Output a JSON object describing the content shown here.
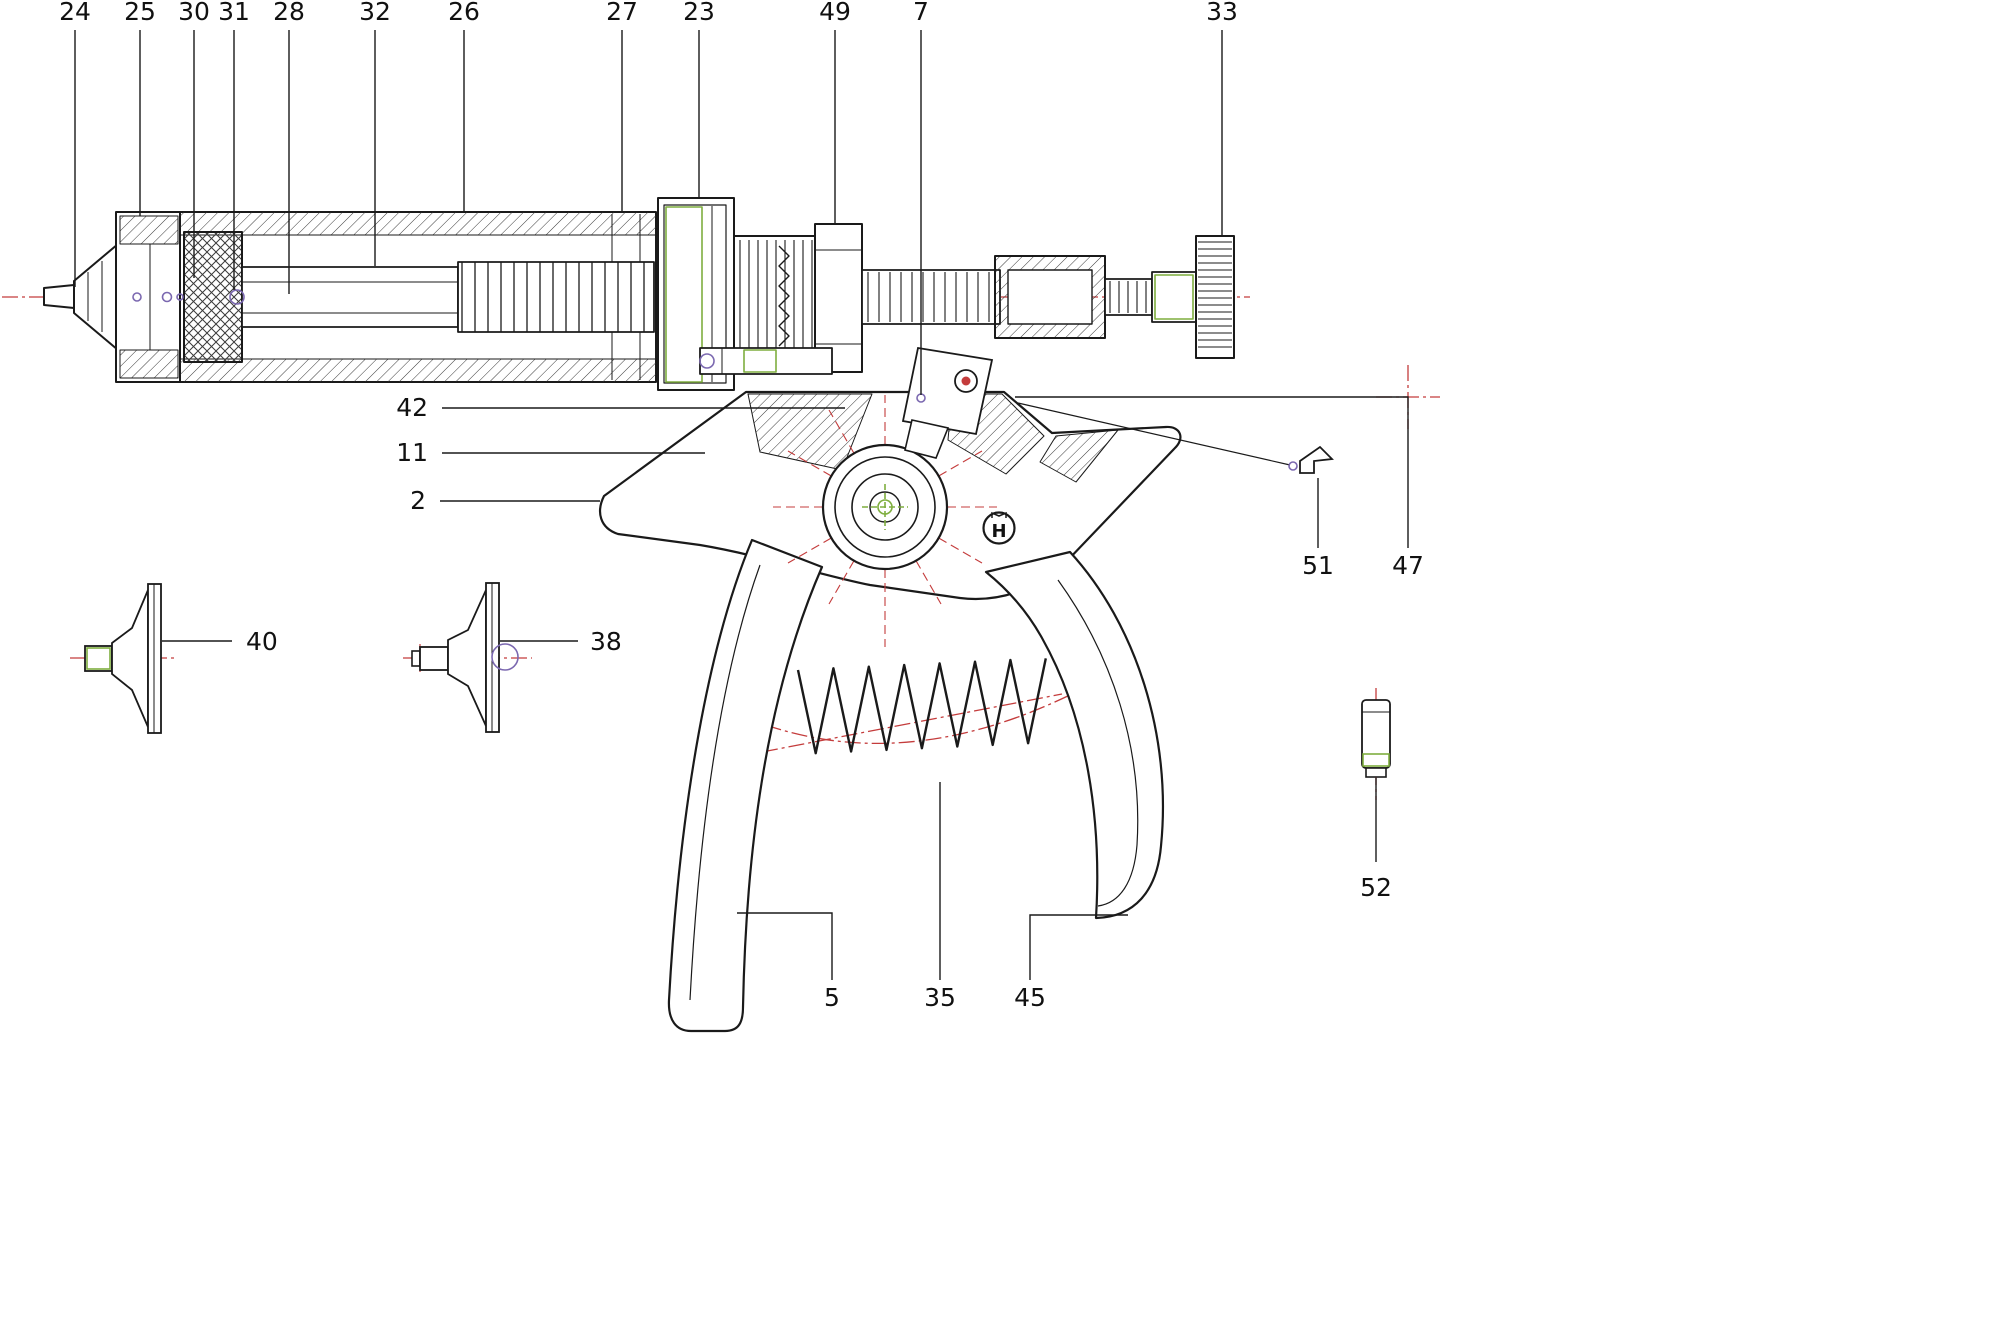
{
  "labels": {
    "p2": "2",
    "p5": "5",
    "p7": "7",
    "p11": "11",
    "p23": "23",
    "p24": "24",
    "p25": "25",
    "p26": "26",
    "p27": "27",
    "p28": "28",
    "p30": "30",
    "p31": "31",
    "p32": "32",
    "p33": "33",
    "p35": "35",
    "p38": "38",
    "p40": "40",
    "p42": "42",
    "p45": "45",
    "p47": "47",
    "p49": "49",
    "p51": "51",
    "p52": "52"
  },
  "logo": {
    "letter": "H"
  },
  "colors": {
    "line": "#1a1a1a",
    "centerline_red": "#c43c3c",
    "accent_green": "#7fae3f",
    "accent_purple": "#7b68b0"
  }
}
